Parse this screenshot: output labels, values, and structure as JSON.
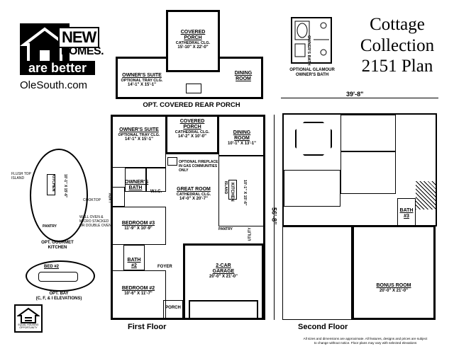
{
  "logo": {
    "new": "NEW",
    "homes": "HOMES.",
    "tagline": "are better",
    "site": "OleSouth.com"
  },
  "title": {
    "line1": "Cottage",
    "line2": "Collection",
    "line3": "2151 Plan"
  },
  "glamour": {
    "label1": "OPTIONAL GLAMOUR",
    "label2": "OWNER'S BATH",
    "room": "OWNER'S BATH"
  },
  "rear_porch_option": {
    "caption": "OPT. COVERED REAR PORCH",
    "porch": {
      "name": "COVERED",
      "name2": "PORCH",
      "sub": "CATHEDRAL CLG.",
      "dim": "15'-10\" X 22'-0\""
    },
    "suite": {
      "name": "OWNER'S SUITE",
      "sub": "OPTIONAL TRAY CLG.",
      "dim": "14'-1\" X 15'-1\""
    },
    "dining": {
      "name": "DINING",
      "name2": "ROOM"
    }
  },
  "first_floor": {
    "label": "First Floor",
    "depth": "56'-8\"",
    "rooms": {
      "porch": {
        "name": "COVERED",
        "name2": "PORCH",
        "sub": "CATHEDRAL CLG.",
        "dim": "14'-2\" X 10'-0\""
      },
      "suite": {
        "name": "OWNER'S SUITE",
        "sub": "OPTIONAL TRAY CLG.",
        "dim": "14'-1\" X 15'-1\""
      },
      "dining": {
        "name": "DINING",
        "name2": "ROOM",
        "dim": "10'-1\" X 13'-1\""
      },
      "fireplace": "OPTIONAL FIREPLACE\nIN GAS COMMUNITIES\nONLY",
      "owners_bath": {
        "name": "OWNER'S",
        "name2": "BATH"
      },
      "wic": "W.I.C.",
      "great_room": {
        "name": "GREAT ROOM",
        "sub": "CATHEDRAL CLG.",
        "dim": "14'-0\" X 20'-7\""
      },
      "kitchen": {
        "name": "KITCHEN",
        "dim": "10'-1\" X 15'-6\""
      },
      "island": "ISLAND",
      "lndy": "LNDY.",
      "bedroom3": {
        "name": "BEDROOM #3",
        "dim": "11'-9\" X 10'-9\""
      },
      "pantry": "PANTRY",
      "utility": "UTILITY",
      "bath2": {
        "name": "BATH",
        "name2": "#2"
      },
      "foyer": "FOYER",
      "garage": {
        "name": "2-CAR",
        "name2": "GARAGE",
        "dim": "20'-0\" X 21'-0\""
      },
      "bedroom2": {
        "name": "BEDROOM #2",
        "dim": "10'-6\" X 11'-7\""
      },
      "porch_front": "PORCH"
    }
  },
  "gourmet": {
    "caption1": "OPT. GOURMET",
    "caption2": "KITCHEN",
    "flush_top": "FLUSH TOP",
    "island_note": "ISLAND",
    "cooktop": "COOKTOP",
    "oven": "WALL OVEN &\nMICRO STACKED\nOR DOUBLE OVEN",
    "kitchen": {
      "name": "KITCHEN",
      "dim": "10'-1\" X 15'-6\""
    },
    "pantry": "PANTRY"
  },
  "bay": {
    "caption1": "OPT. BAY",
    "caption2": "(C, F, & I ELEVATIONS)",
    "room": "BED #2"
  },
  "equal_housing": {
    "line1": "EQUAL HOUSING",
    "line2": "OPPORTUNITY"
  },
  "second_floor": {
    "label": "Second Floor",
    "width": "39'-8\"",
    "bath3": {
      "name": "BATH",
      "name2": "#3"
    },
    "bonus": {
      "name": "BONUS ROOM",
      "dim": "20'-0\" X 21'-0\""
    }
  },
  "disclaimer": {
    "line1": "All sizes and dimensions are approximate. All features, designs and prices are subject",
    "line2": "to change without notice. Floor plans may vary with selected elevations"
  }
}
